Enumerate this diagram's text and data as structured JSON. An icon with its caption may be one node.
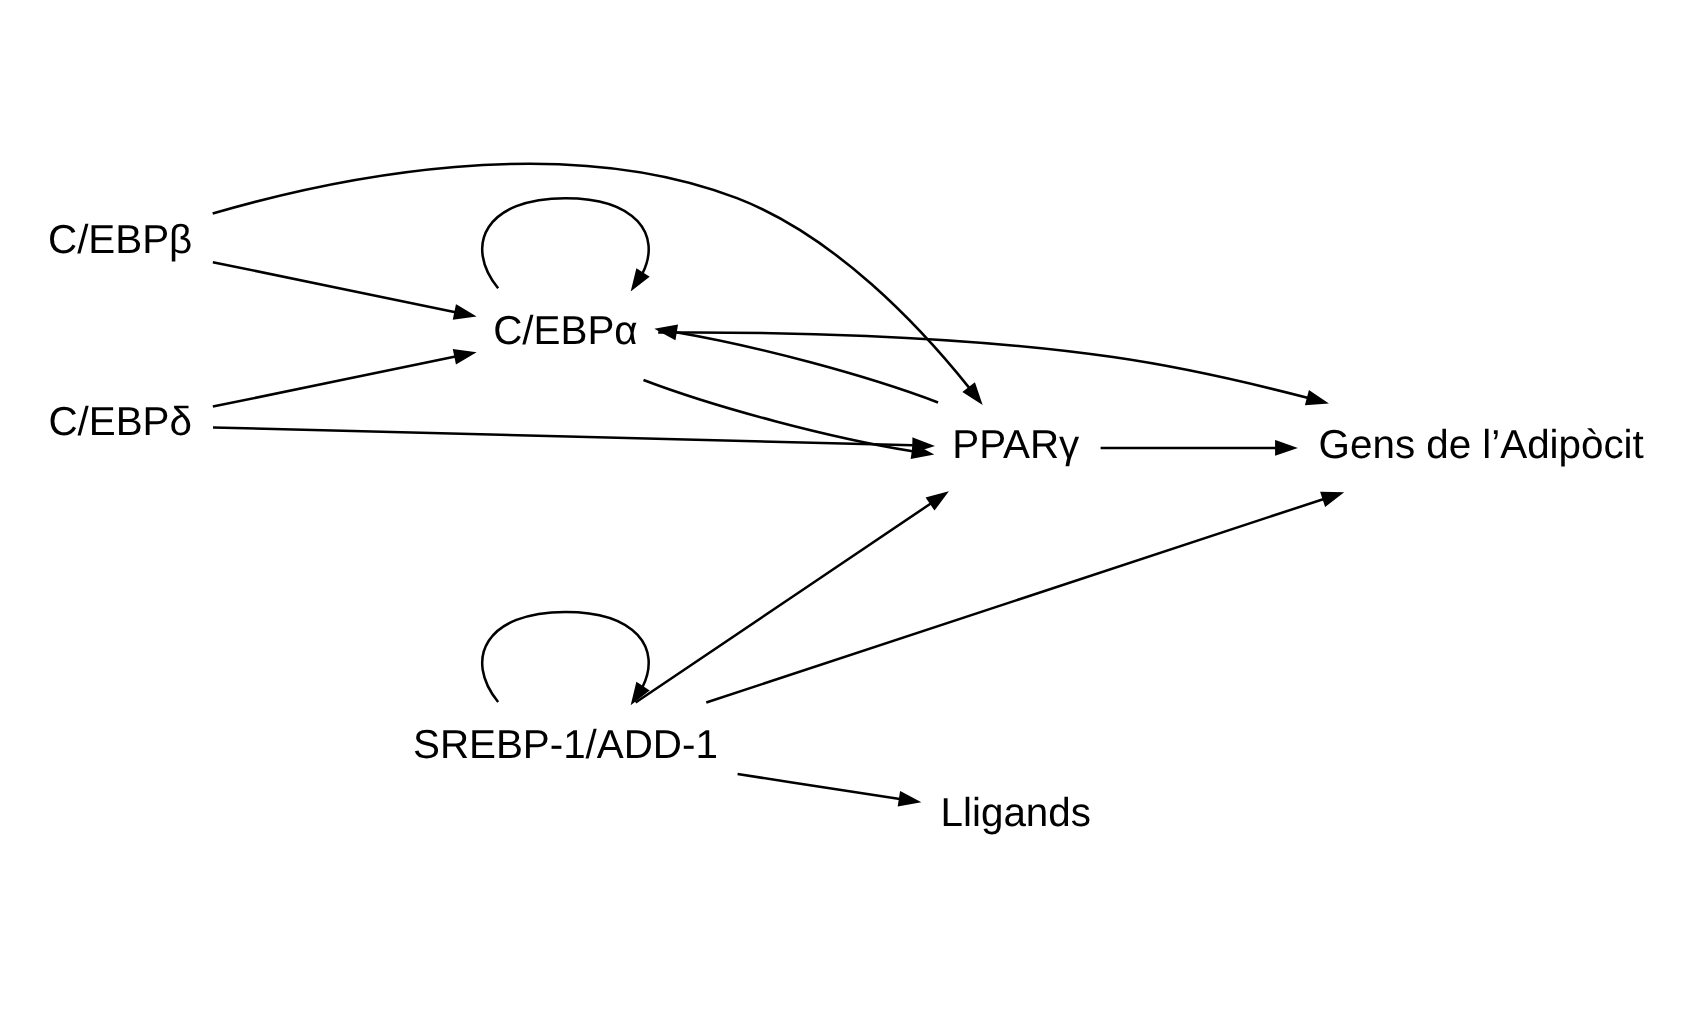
{
  "diagram": {
    "nodes": [
      {
        "text": [
          "C/EBPα"
        ]
      },
      {
        "text": [
          "C/EBPβ"
        ]
      },
      {
        "text": [
          "C/EBPδ"
        ]
      },
      {
        "text": [
          "Gens de l’Adipòcit"
        ]
      },
      {
        "text": [
          "PPARγ"
        ]
      },
      {
        "text": [
          "Lligands"
        ]
      },
      {
        "text": [
          "SREBP-1/ADD-1"
        ]
      }
    ],
    "edges": [
      {
        "from": 0,
        "to": 0,
        "arrow": "to"
      },
      {
        "from": 1,
        "to": 0,
        "arrow": "to"
      },
      {
        "from": 2,
        "to": 0,
        "arrow": "to"
      },
      {
        "from": 1,
        "to": 4,
        "arrow": "to"
      },
      {
        "from": 2,
        "to": 4,
        "arrow": "to"
      },
      {
        "from": 0,
        "to": 3,
        "arrow": "to"
      },
      {
        "from": 0,
        "to": 4,
        "arrow": "to"
      },
      {
        "from": 4,
        "to": 0,
        "arrow": "to"
      },
      {
        "from": 4,
        "to": 3,
        "arrow": "to"
      },
      {
        "from": 6,
        "to": 4,
        "arrow": "to"
      },
      {
        "from": 6,
        "to": 5,
        "arrow": "to"
      },
      {
        "from": 6,
        "to": 3,
        "arrow": "to"
      },
      {
        "from": 6,
        "to": 6,
        "arrow": "to"
      }
    ]
  }
}
